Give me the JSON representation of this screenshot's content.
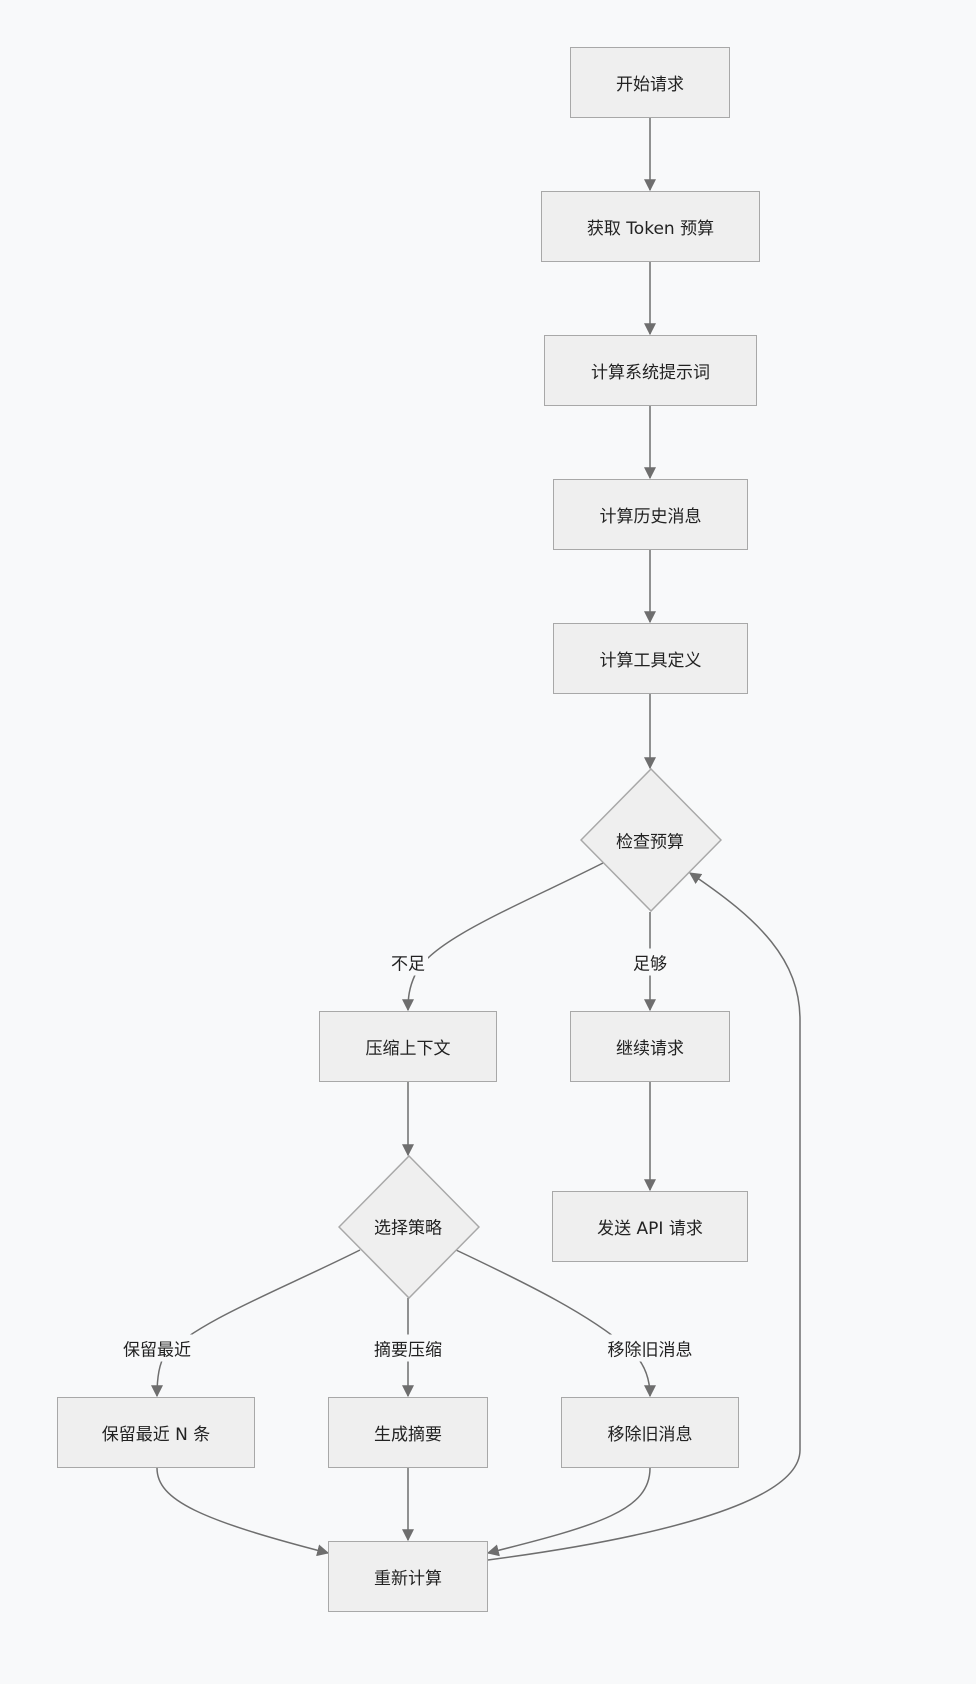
{
  "nodes": {
    "start": "开始请求",
    "get_budget": "获取 Token 预算",
    "calc_system": "计算系统提示词",
    "calc_history": "计算历史消息",
    "calc_tools": "计算工具定义",
    "check_budget": "检查预算",
    "compress": "压缩上下文",
    "continue": "继续请求",
    "choose_strategy": "选择策略",
    "send_api": "发送 API 请求",
    "keep_recent": "保留最近 N 条",
    "gen_summary": "生成摘要",
    "remove_old": "移除旧消息",
    "recalc": "重新计算"
  },
  "edge_labels": {
    "insufficient": "不足",
    "sufficient": "足够",
    "keep_recent": "保留最近",
    "summary": "摘要压缩",
    "remove_old": "移除旧消息"
  },
  "colors": {
    "background": "#f8f9fa",
    "node_fill": "#efefef",
    "node_border": "#a8a8a8",
    "edge": "#6e6e6e"
  }
}
